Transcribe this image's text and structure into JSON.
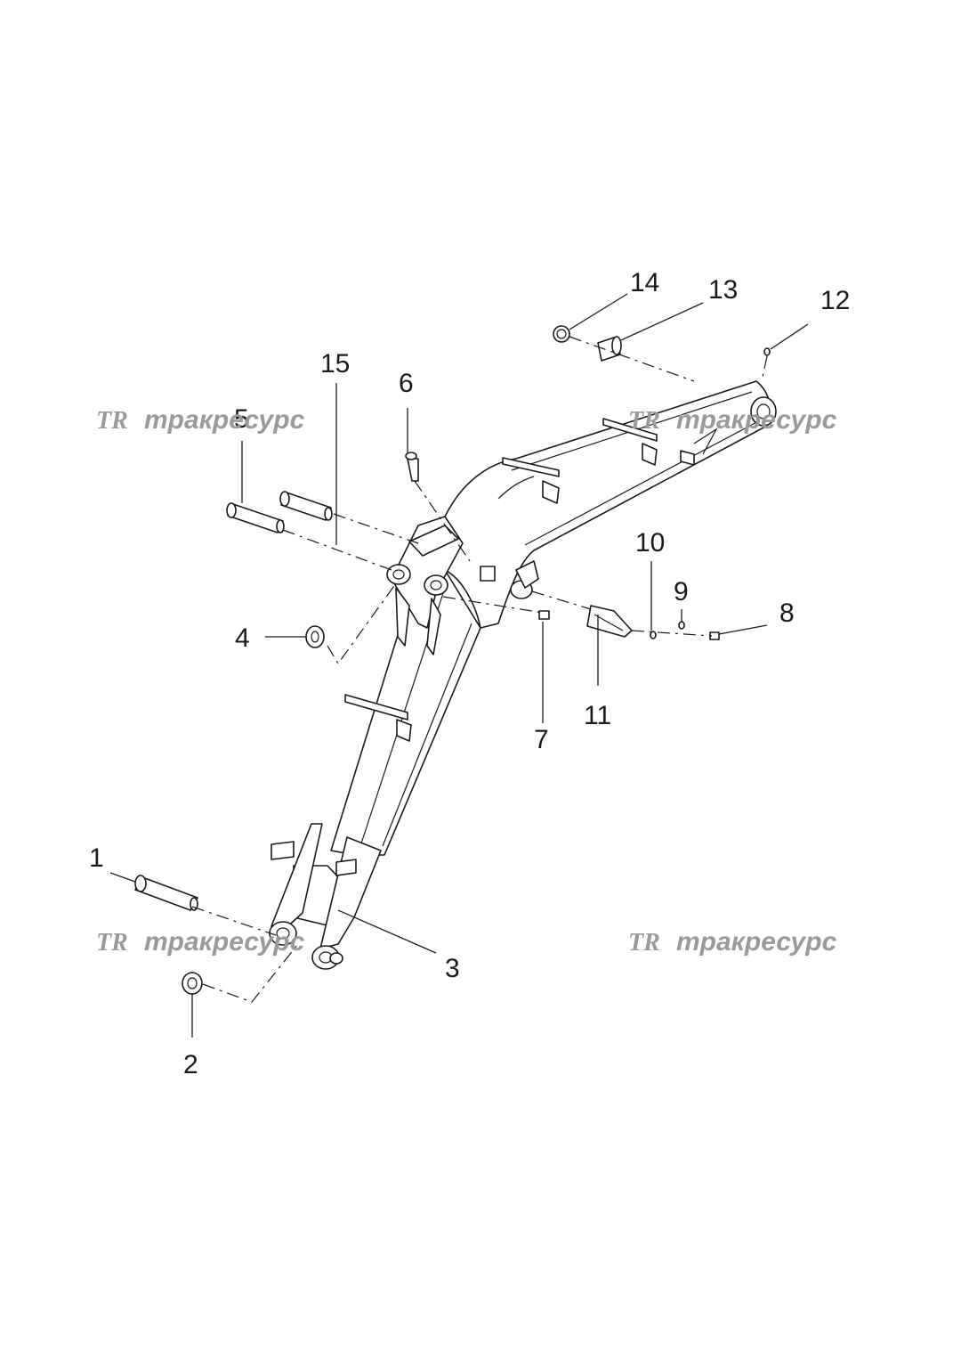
{
  "watermarks": [
    {
      "logo": "TR",
      "text": "тракресурс"
    },
    {
      "logo": "TR",
      "text": "тракресурс"
    },
    {
      "logo": "TR",
      "text": "тракресурс"
    },
    {
      "logo": "TR",
      "text": "тракресурс"
    }
  ],
  "callouts": {
    "c1": "1",
    "c2": "2",
    "c3": "3",
    "c4": "4",
    "c5": "5",
    "c6": "6",
    "c7": "7",
    "c8": "8",
    "c9": "9",
    "c10": "10",
    "c11": "11",
    "c12": "12",
    "c13": "13",
    "c14": "14",
    "c15": "15"
  }
}
